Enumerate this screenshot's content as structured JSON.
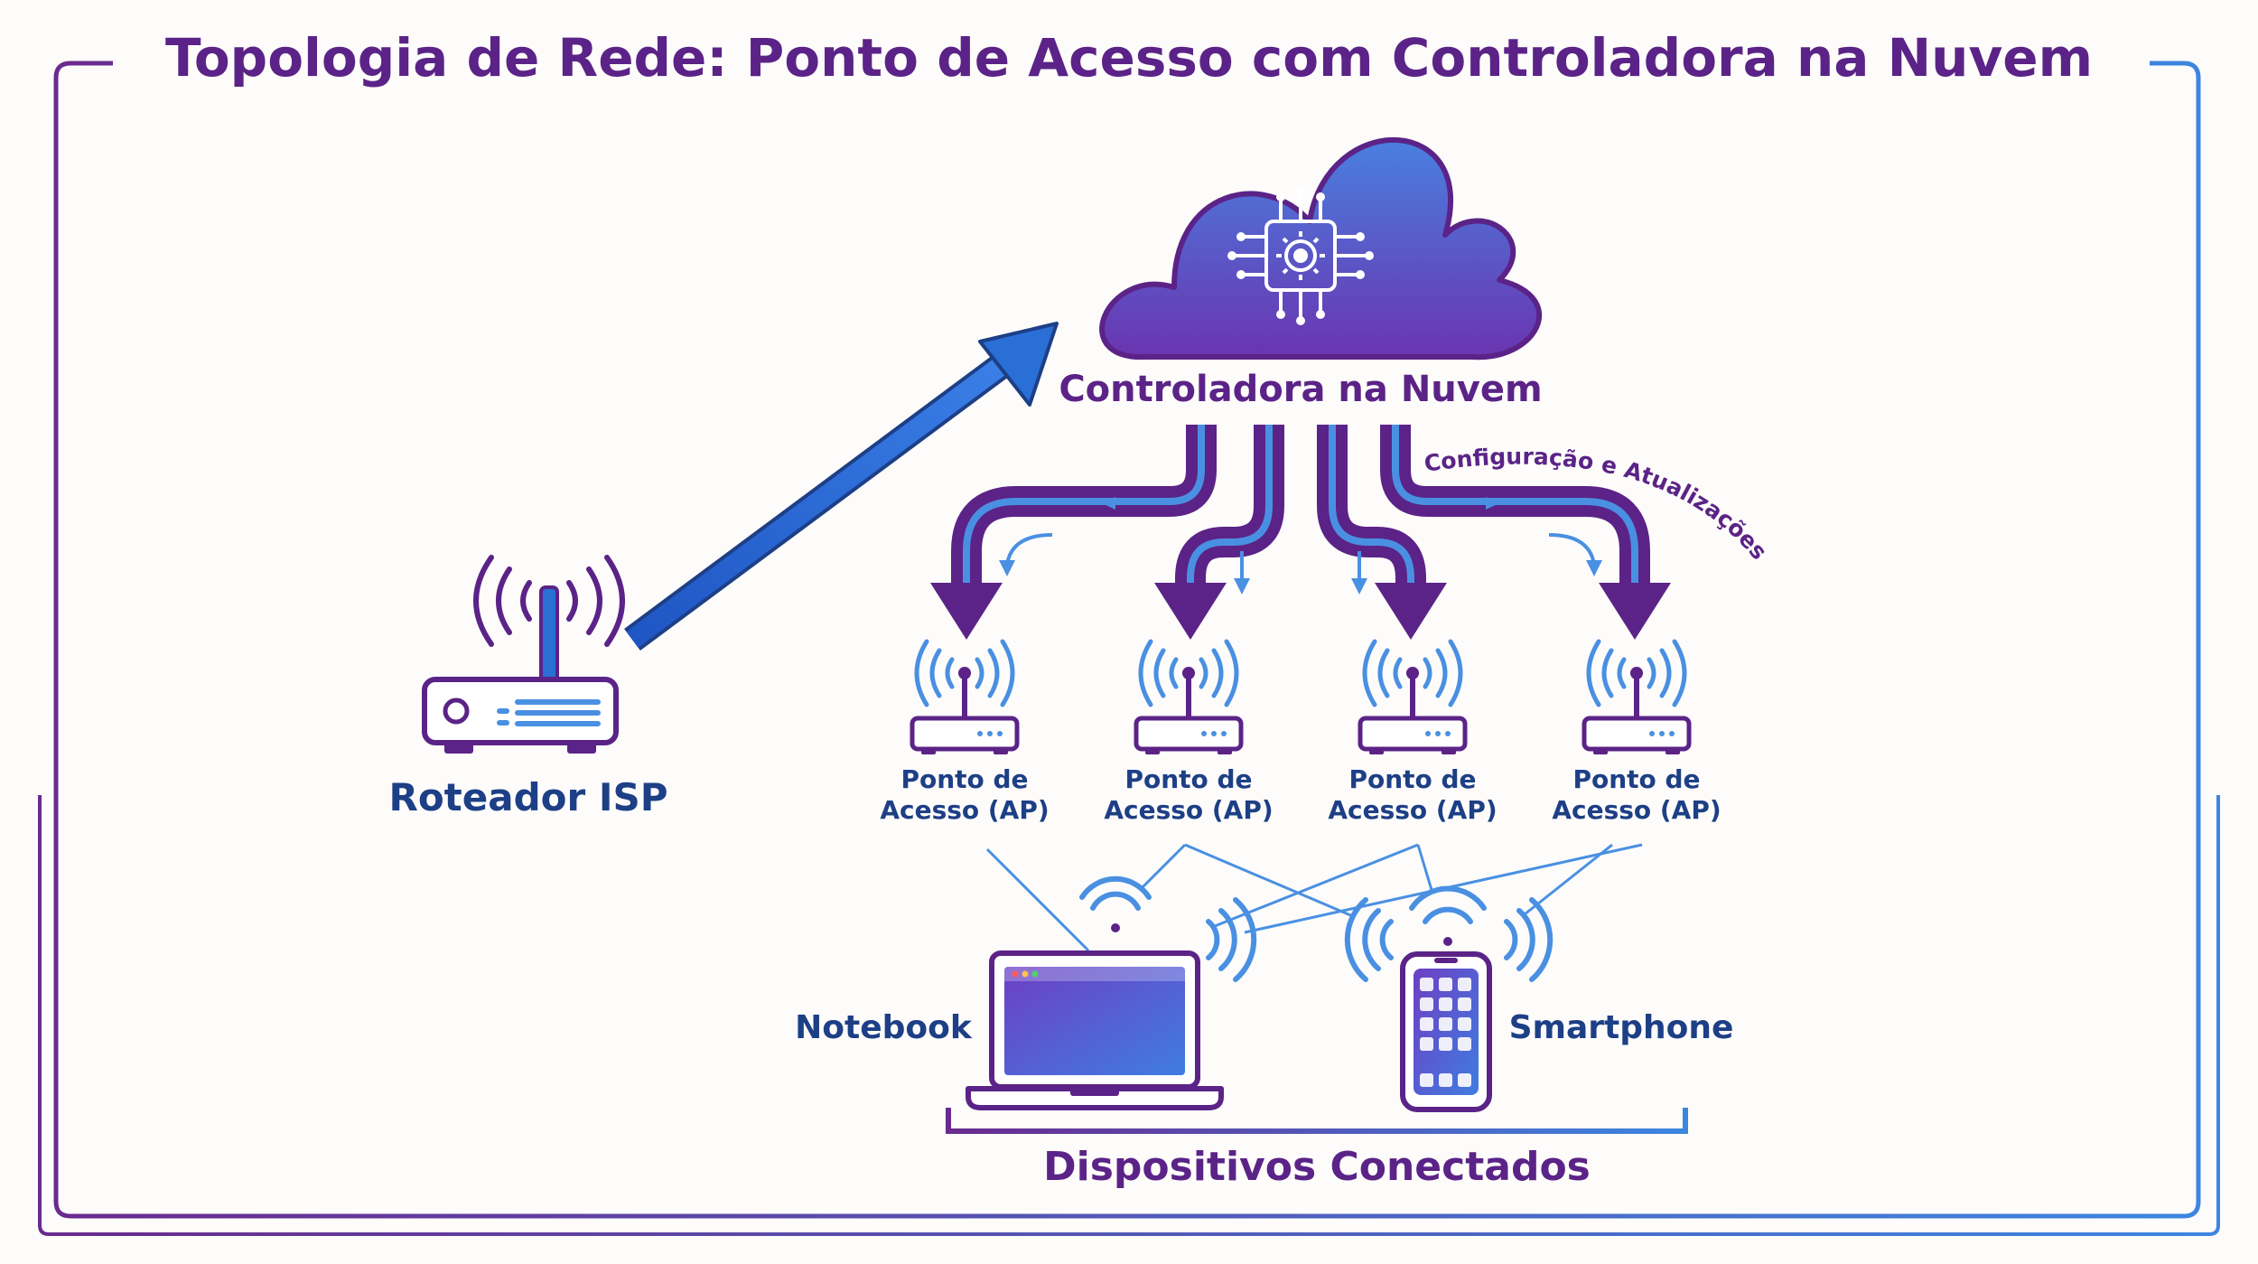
{
  "title": "Topologia de Rede: Ponto de Acesso com Controladora na Nuvem",
  "cloud": {
    "label": "Controladora na Nuvem",
    "icon": "chip-gear-icon"
  },
  "flow_label": "Configuração e Atualizações",
  "router": {
    "label": "Roteador ISP",
    "icon": "router-icon"
  },
  "access_points": [
    {
      "line1": "Ponto de",
      "line2": "Acesso (AP)"
    },
    {
      "line1": "Ponto de",
      "line2": "Acesso (AP)"
    },
    {
      "line1": "Ponto de",
      "line2": "Acesso (AP)"
    },
    {
      "line1": "Ponto de",
      "line2": "Acesso (AP)"
    }
  ],
  "devices": {
    "notebook": "Notebook",
    "smartphone": "Smartphone",
    "group_label": "Dispositivos Conectados"
  },
  "colors": {
    "purple": "#5b2387",
    "blue": "#2a6fd6",
    "navy": "#1d3f86",
    "light_blue": "#4a90e2"
  }
}
